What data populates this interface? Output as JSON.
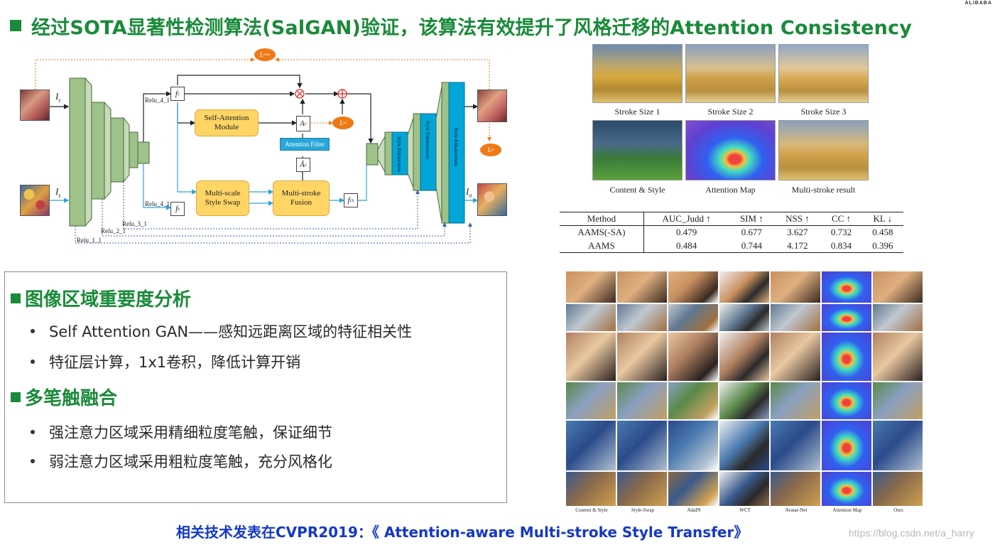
{
  "brand": "ALIBABA",
  "title": "经过SOTA显著性检测算法(SalGAN)验证，该算法有效提升了风格迁移的Attention Consistency",
  "diagram": {
    "inputs": {
      "content": "I",
      "content_sub": "c",
      "style": "I",
      "style_sub": "s",
      "output": "I",
      "output_sub": "o"
    },
    "features": {
      "fc": "f",
      "fc_sub": "c",
      "fs": "f",
      "fs_sub": "s",
      "fcs": "f",
      "fcs_sub": "cs",
      "ac": "A",
      "ac_sub": "c",
      "ac_hat": "Â",
      "ac_hat_sub": "c"
    },
    "relu_labels": [
      "Relu_4_1",
      "Relu_4_1",
      "Relu_3_1",
      "Relu_2_1",
      "Relu_1_1"
    ],
    "modules": {
      "self_attention": "Self-Attention Module",
      "swap": "Multi-scale Style Swap",
      "fusion": "Multi-stroke Fusion",
      "filter": "Attention Filter",
      "style_enh": "Style Enhancement"
    },
    "losses": {
      "cons": "L",
      "cons_sub": "cons",
      "sa": "L",
      "sa_sub": "sa",
      "tv": "L",
      "tv_sub": "tv"
    },
    "colors": {
      "encoder": "#9dc28a",
      "decoder_block": "#00a5d9",
      "module": "#ffd566",
      "loss": "#ee7a16"
    }
  },
  "stroke_grid": {
    "captions": [
      "Stroke Size 1",
      "Stroke Size 2",
      "Stroke Size 3",
      "Content & Style",
      "Attention Map",
      "Multi-stroke result"
    ]
  },
  "metrics": {
    "headers": [
      "Method",
      "AUC_Judd ↑",
      "SIM ↑",
      "NSS ↑",
      "CC ↑",
      "KL ↓"
    ],
    "rows": [
      [
        "AAMS(-SA)",
        "0.479",
        "0.677",
        "3.627",
        "0.732",
        "0.458"
      ],
      [
        "AAMS",
        "0.484",
        "0.744",
        "4.172",
        "0.834",
        "0.396"
      ]
    ]
  },
  "comparison": {
    "columns": [
      "Content & Style",
      "Style-Swap",
      "AdaIN",
      "WCT",
      "Avatar-Net",
      "Attention Map",
      "Ours"
    ]
  },
  "sections": [
    {
      "heading": "图像区域重要度分析",
      "bullets": [
        "Self Attention GAN——感知远距离区域的特征相关性",
        "特征层计算，1x1卷积，降低计算开销"
      ]
    },
    {
      "heading": "多笔触融合",
      "bullets": [
        "强注意力区域采用精细粒度笔触，保证细节",
        "弱注意力区域采用粗粒度笔触，充分风格化"
      ]
    }
  ],
  "footer": "相关技术发表在CVPR2019：《 Attention-aware Multi-stroke Style Transfer》",
  "watermark": "https://blog.csdn.net/a_harry"
}
